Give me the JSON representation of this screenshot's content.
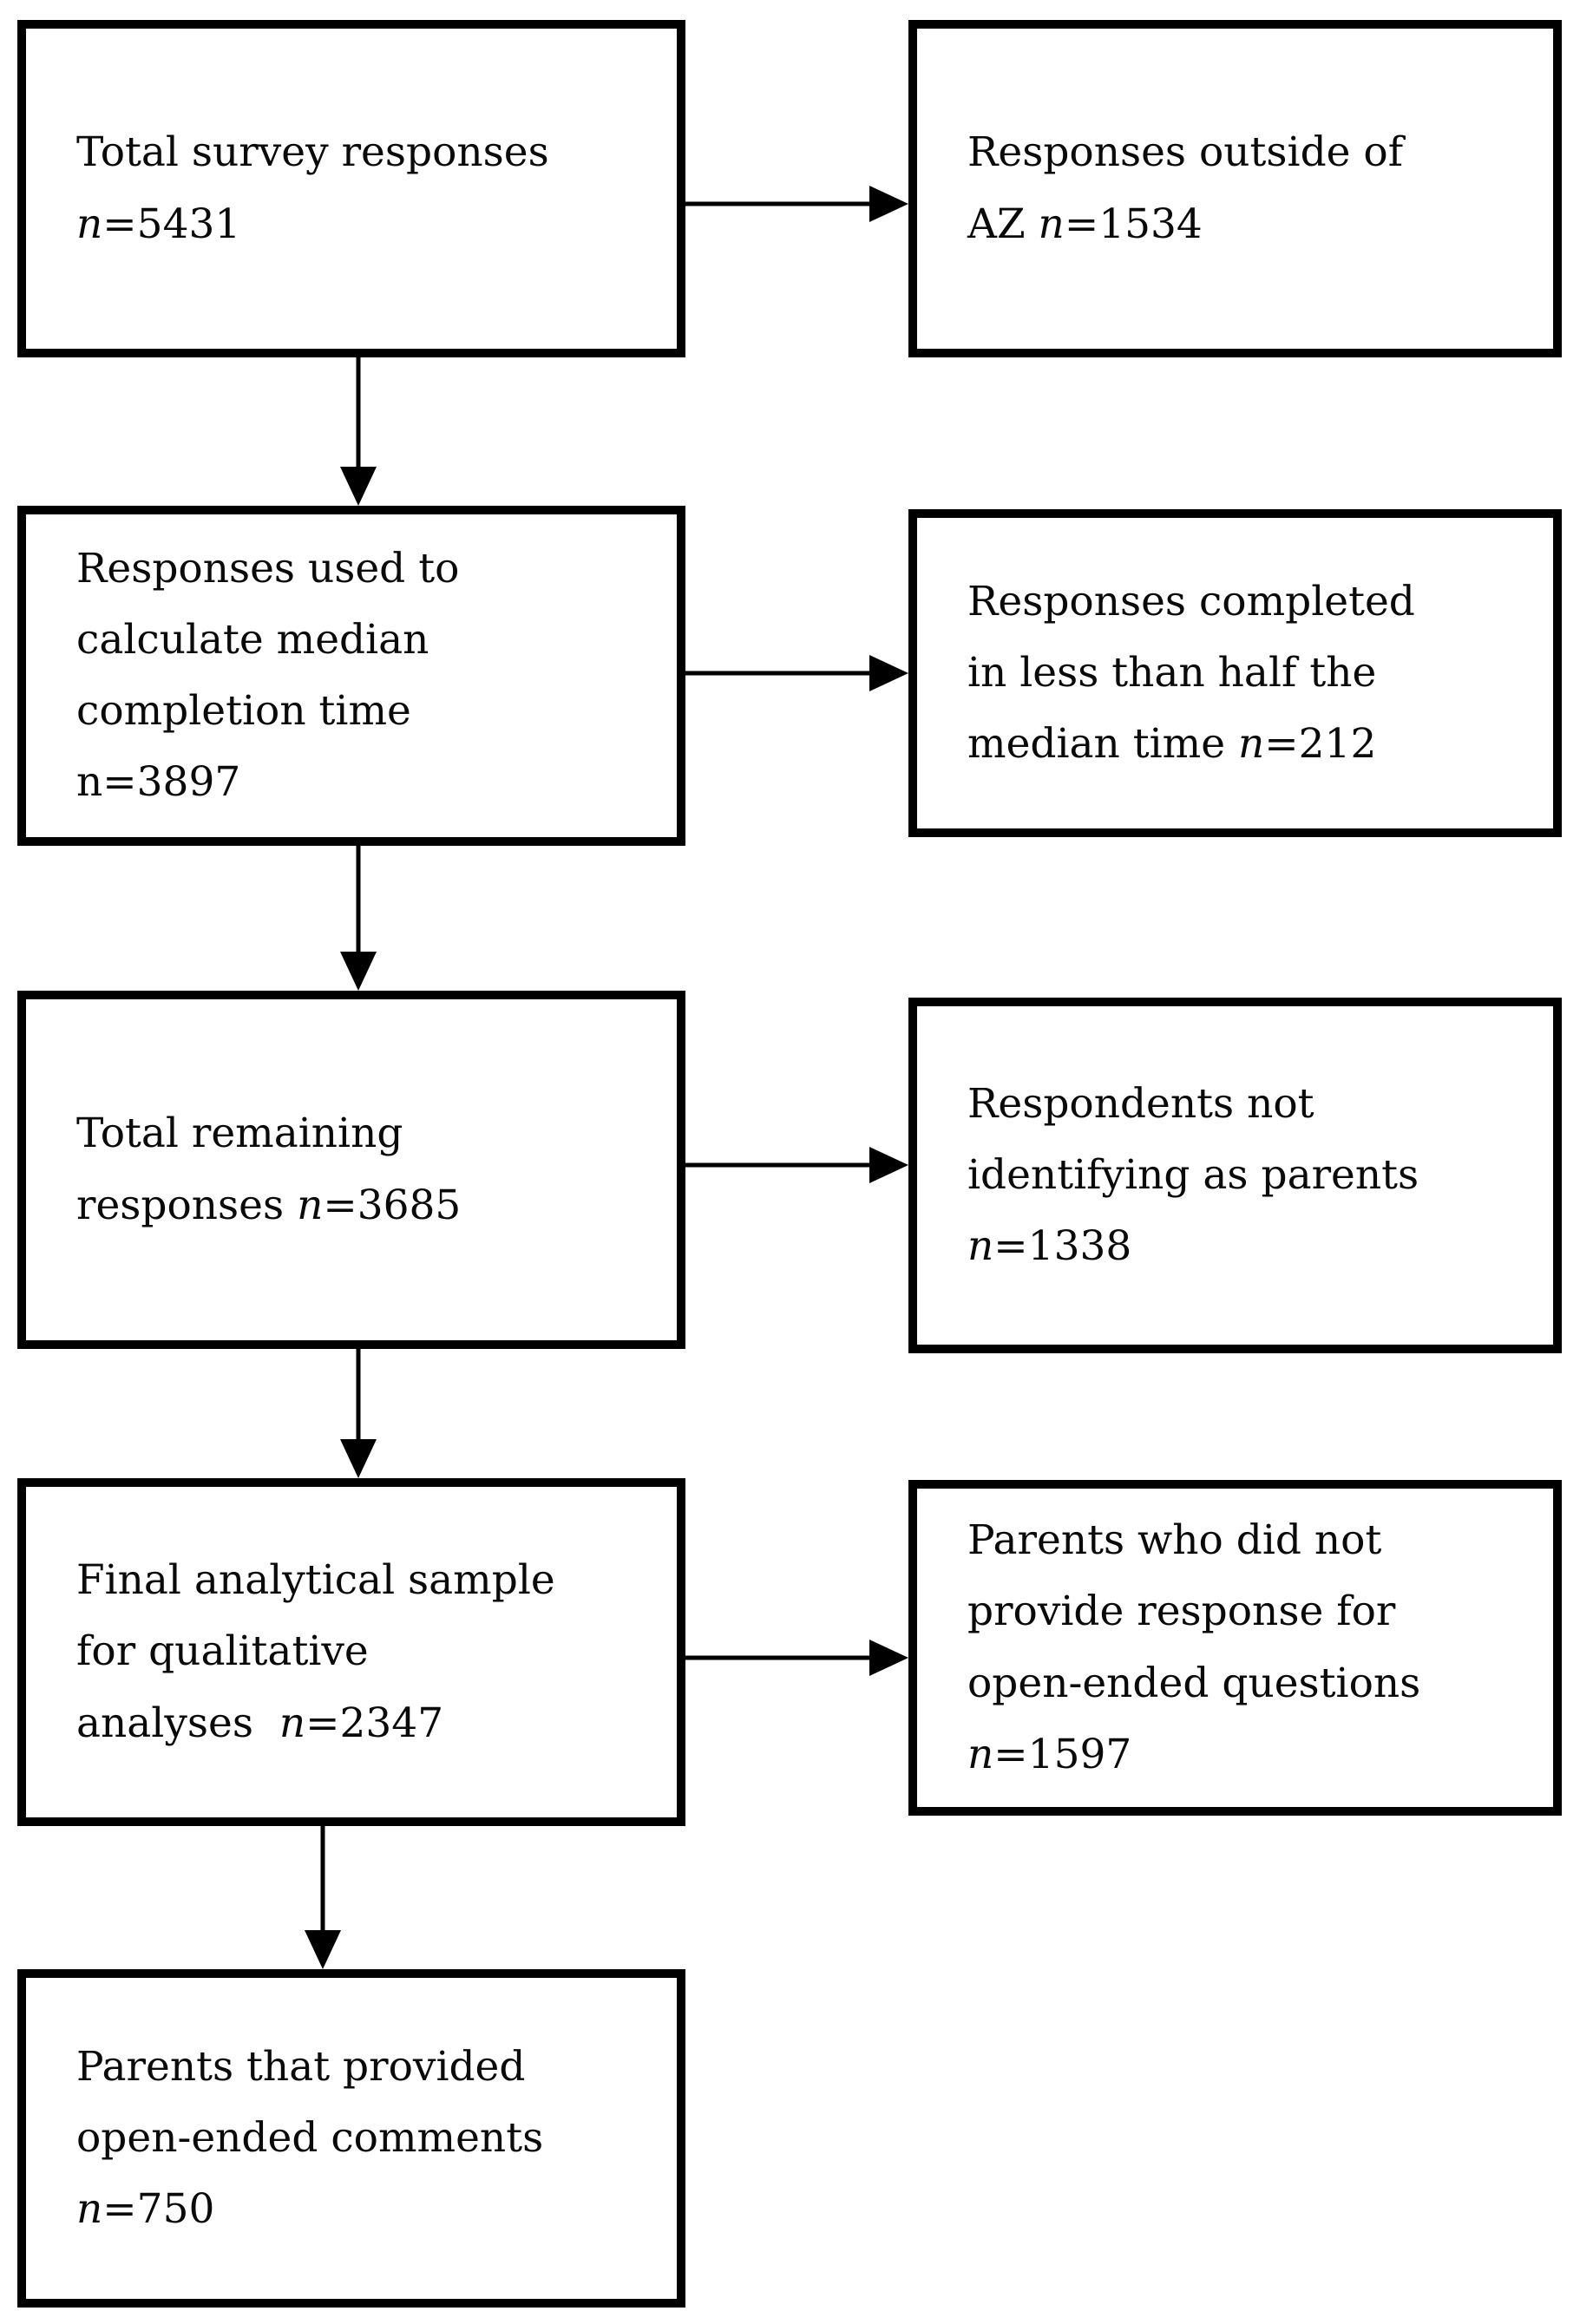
{
  "flowchart": {
    "colors": {
      "box_border": "#000000",
      "background": "#ffffff",
      "text": "#0a0a0a"
    },
    "boxes": [
      {
        "name": "total-survey-responses",
        "n": 5431,
        "lines": [
          [
            {
              "text": "Total survey responses"
            }
          ],
          [
            {
              "text": "n",
              "italic": true
            },
            {
              "text": "=5431"
            }
          ]
        ]
      },
      {
        "name": "responses-outside-az",
        "n": 1534,
        "lines": [
          [
            {
              "text": "Responses outside of"
            }
          ],
          [
            {
              "text": "AZ "
            },
            {
              "text": "n",
              "italic": true
            },
            {
              "text": "=1534"
            }
          ]
        ]
      },
      {
        "name": "responses-used-for-median-completion-time",
        "n": 3897,
        "lines": [
          [
            {
              "text": "Responses used to"
            }
          ],
          [
            {
              "text": "calculate median"
            }
          ],
          [
            {
              "text": "completion time"
            }
          ],
          [
            {
              "text": "n=3897"
            }
          ]
        ]
      },
      {
        "name": "responses-completed-under-half-median-time",
        "n": 212,
        "lines": [
          [
            {
              "text": "Responses completed"
            }
          ],
          [
            {
              "text": "in less than half the"
            }
          ],
          [
            {
              "text": "median time "
            },
            {
              "text": "n",
              "italic": true
            },
            {
              "text": "=212"
            }
          ]
        ]
      },
      {
        "name": "total-remaining-responses",
        "n": 3685,
        "lines": [
          [
            {
              "text": "Total remaining"
            }
          ],
          [
            {
              "text": "responses "
            },
            {
              "text": "n",
              "italic": true
            },
            {
              "text": "=3685"
            }
          ]
        ]
      },
      {
        "name": "respondents-not-identifying-as-parents",
        "n": 1338,
        "lines": [
          [
            {
              "text": "Respondents not"
            }
          ],
          [
            {
              "text": "identifying as parents"
            }
          ],
          [
            {
              "text": "n",
              "italic": true
            },
            {
              "text": "=1338"
            }
          ]
        ]
      },
      {
        "name": "final-analytical-sample",
        "n": 2347,
        "lines": [
          [
            {
              "text": "Final analytical sample"
            }
          ],
          [
            {
              "text": "for qualitative"
            }
          ],
          [
            {
              "text": "analyses  "
            },
            {
              "text": "n",
              "italic": true
            },
            {
              "text": "=2347"
            }
          ]
        ]
      },
      {
        "name": "parents-no-open-ended-response",
        "n": 1597,
        "lines": [
          [
            {
              "text": "Parents who did not"
            }
          ],
          [
            {
              "text": "provide response for"
            }
          ],
          [
            {
              "text": "open-ended questions"
            }
          ],
          [
            {
              "text": "n",
              "italic": true
            },
            {
              "text": "=1597"
            }
          ]
        ]
      },
      {
        "name": "parents-provided-open-ended-comments",
        "n": 750,
        "lines": [
          [
            {
              "text": "Parents that provided"
            }
          ],
          [
            {
              "text": "open-ended comments"
            }
          ],
          [
            {
              "text": "n",
              "italic": true
            },
            {
              "text": "=750"
            }
          ]
        ]
      }
    ],
    "arrows": [
      {
        "name": "arrow-down-1",
        "from": "total-survey-responses",
        "to": "responses-used-for-median-completion-time"
      },
      {
        "name": "arrow-right-1",
        "from": "total-survey-responses",
        "to": "responses-outside-az"
      },
      {
        "name": "arrow-down-2",
        "from": "responses-used-for-median-completion-time",
        "to": "total-remaining-responses"
      },
      {
        "name": "arrow-right-2",
        "from": "responses-used-for-median-completion-time",
        "to": "responses-completed-under-half-median-time"
      },
      {
        "name": "arrow-down-3",
        "from": "total-remaining-responses",
        "to": "final-analytical-sample"
      },
      {
        "name": "arrow-right-3",
        "from": "total-remaining-responses",
        "to": "respondents-not-identifying-as-parents"
      },
      {
        "name": "arrow-down-4",
        "from": "final-analytical-sample",
        "to": "parents-provided-open-ended-comments"
      },
      {
        "name": "arrow-right-4",
        "from": "final-analytical-sample",
        "to": "parents-no-open-ended-response"
      }
    ]
  }
}
